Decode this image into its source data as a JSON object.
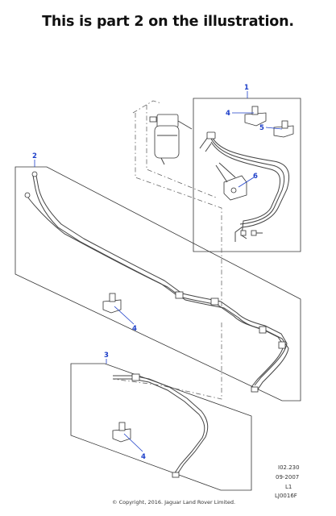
{
  "heading": "This is part 2 on the illustration.",
  "callouts": {
    "c1": "1",
    "c2": "2",
    "c3": "3",
    "c4a": "4",
    "c4b": "4",
    "c4c": "4",
    "c5": "5",
    "c6": "6"
  },
  "meta": {
    "ref": "I02.230",
    "date": "09-2007",
    "level": "L1",
    "code": "LJ0016F"
  },
  "copyright": "© Copyright, 2016. Jaguar Land Rover Limited.",
  "colors": {
    "callout": "#1d3fc9",
    "line": "#333333"
  }
}
